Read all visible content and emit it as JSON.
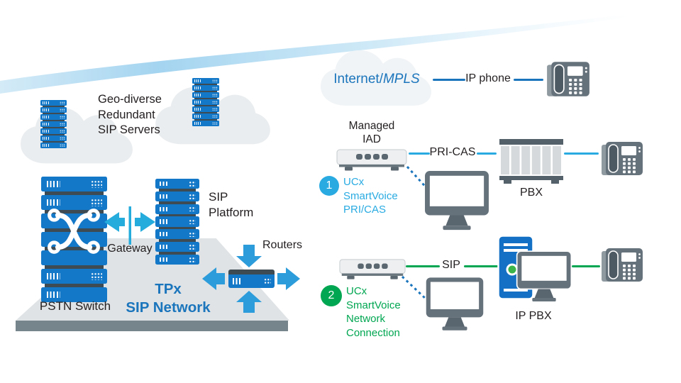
{
  "clouds": {
    "geo_label": "Geo-diverse\nRedundant\nSIP Servers",
    "internet_prefix": "Internet/",
    "internet_mpls": "MPLS"
  },
  "edge": {
    "ip_phone": "IP phone"
  },
  "scenario1": {
    "number": "1",
    "caption": "UCx\nSmartVoice\nPRI/CAS",
    "device": "Managed\nIAD",
    "link": "PRI-CAS",
    "pbx": "PBX"
  },
  "scenario2": {
    "number": "2",
    "caption": "UCx\nSmartVoice\nNetwork\nConnection",
    "link": "SIP",
    "ip_pbx": "IP PBX"
  },
  "core": {
    "pstn": "PSTN Switch",
    "gateway": "Gateway",
    "sip_platform": "SIP\nPlatform",
    "routers": "Routers",
    "network": "TPx\nSIP Network"
  },
  "colors": {
    "server_blue": "#1478C8",
    "separator_slate": "#3E4B53",
    "cyan_accent": "#29ABE2",
    "dark_blue": "#1B75BC",
    "green_accent": "#00A651",
    "device_gray": "#66727B",
    "platform_top": "#DFE3E5",
    "platform_front": "#76848B"
  }
}
